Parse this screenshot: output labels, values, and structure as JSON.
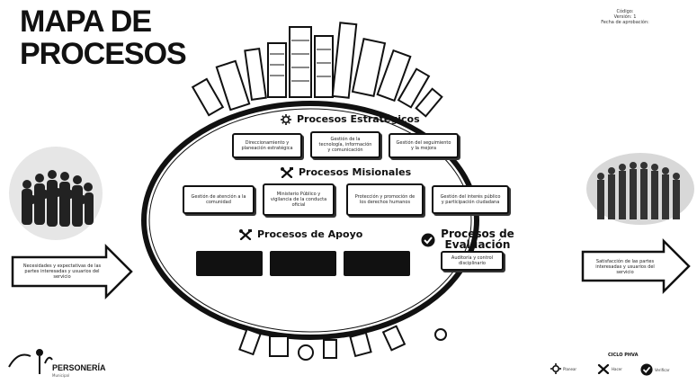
{
  "title": {
    "line1": "MAPA DE",
    "line2": "PROCESOS"
  },
  "corner_note": {
    "line1": "Código:",
    "line2": "Versión: 1",
    "line3": "Fecha de aprobación:"
  },
  "estrategicos": {
    "title": "Procesos Estratégicos",
    "icon": "gear-icon",
    "boxes": [
      "Direccionamiento y planeación estratégica",
      "Gestión de la tecnología, información y comunicación",
      "Gestión del seguimiento y la mejora"
    ]
  },
  "misionales": {
    "title": "Procesos Misionales",
    "icon": "tools-icon",
    "boxes": [
      "Gestión de atención a la comunidad",
      "Ministerio Público y vigilancia de la conducta oficial",
      "Protección y promoción de los derechos humanos",
      "Gestión del interés público y participación ciudadana"
    ]
  },
  "apoyo": {
    "title": "Procesos de Apoyo",
    "icon": "tools-icon"
  },
  "evaluacion": {
    "title_line1": "Procesos de",
    "title_line2": "Evaluación",
    "icon": "check-circle-icon",
    "box": "Auditoría y control disciplinario"
  },
  "left_arrow_text": "Necesidades y expectativas de las partes interesadas y usuarios del servicio",
  "right_arrow_text": "Satisfacción de las partes interesadas y usuarios del servicio",
  "logo": {
    "name": "PERSONERÍA",
    "sub": "Municipal"
  },
  "legend": {
    "title": "CICLO PHVA",
    "items": [
      "Planear",
      "Hacer",
      "Verificar"
    ]
  },
  "colors": {
    "ink": "#111111",
    "box_fill": "#ffffff",
    "dark_box": "#111111"
  }
}
